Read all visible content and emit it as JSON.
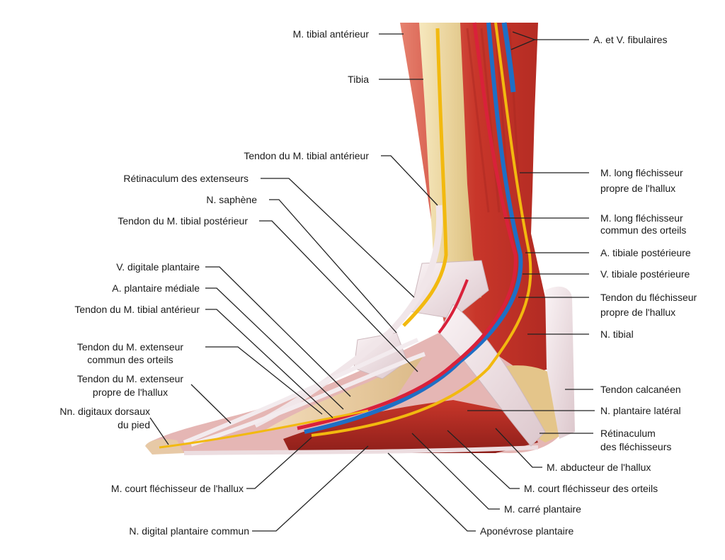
{
  "labels": {
    "tibial_anterieur": "M. tibial antérieur",
    "tibia": "Tibia",
    "tendon_tibial_ant_1": "Tendon du M. tibial antérieur",
    "retinaculum_ext": "Rétinaculum des extenseurs",
    "saphene": "N. saphène",
    "tendon_tibial_post": "Tendon du M. tibial postérieur",
    "v_digitale": "V. digitale plantaire",
    "a_plantaire_med": "A. plantaire médiale",
    "tendon_tibial_ant_2": "Tendon du M. tibial antérieur",
    "ext_commun_1": "Tendon du M. extenseur",
    "ext_commun_2": "commun des orteils",
    "ext_propre_1": "Tendon du M. extenseur",
    "ext_propre_2": "propre de l'hallux",
    "nn_digitaux_1": "Nn. digitaux dorsaux",
    "nn_digitaux_2": "du pied",
    "court_flech_hallux": "M. court fléchisseur de l'hallux",
    "digital_plantaire": "N. digital plantaire commun",
    "fibulaires": "A. et V. fibulaires",
    "long_flech_hallux_1": "M. long fléchisseur",
    "long_flech_hallux_2": "propre de l'hallux",
    "long_flech_commun_1": "M. long fléchisseur",
    "long_flech_commun_2": "commun des orteils",
    "a_tibiale_post": "A. tibiale postérieure",
    "v_tibiale_post": "V. tibiale postérieure",
    "tendon_flech_1": "Tendon du fléchisseur",
    "tendon_flech_2": "propre de l'hallux",
    "n_tibial": "N. tibial",
    "tendon_calcaneen": "Tendon calcanéen",
    "n_plantaire_lat": "N. plantaire latéral",
    "retinaculum_flech_1": "Rétinaculum",
    "retinaculum_flech_2": "des fléchisseurs",
    "abducteur": "M. abducteur de l'hallux",
    "court_flech_orteils": "M. court fléchisseur des orteils",
    "carre_plantaire": "M. carré plantaire",
    "aponevrose": "Aponévrose plantaire"
  },
  "colors": {
    "muscle": "#c8362a",
    "muscle_light": "#e87763",
    "bone": "#e9d29a",
    "tendon": "#efe2e6",
    "nerve": "#f2b90f",
    "artery": "#d9213a",
    "vein": "#1f6fc5",
    "leader": "#222222"
  }
}
